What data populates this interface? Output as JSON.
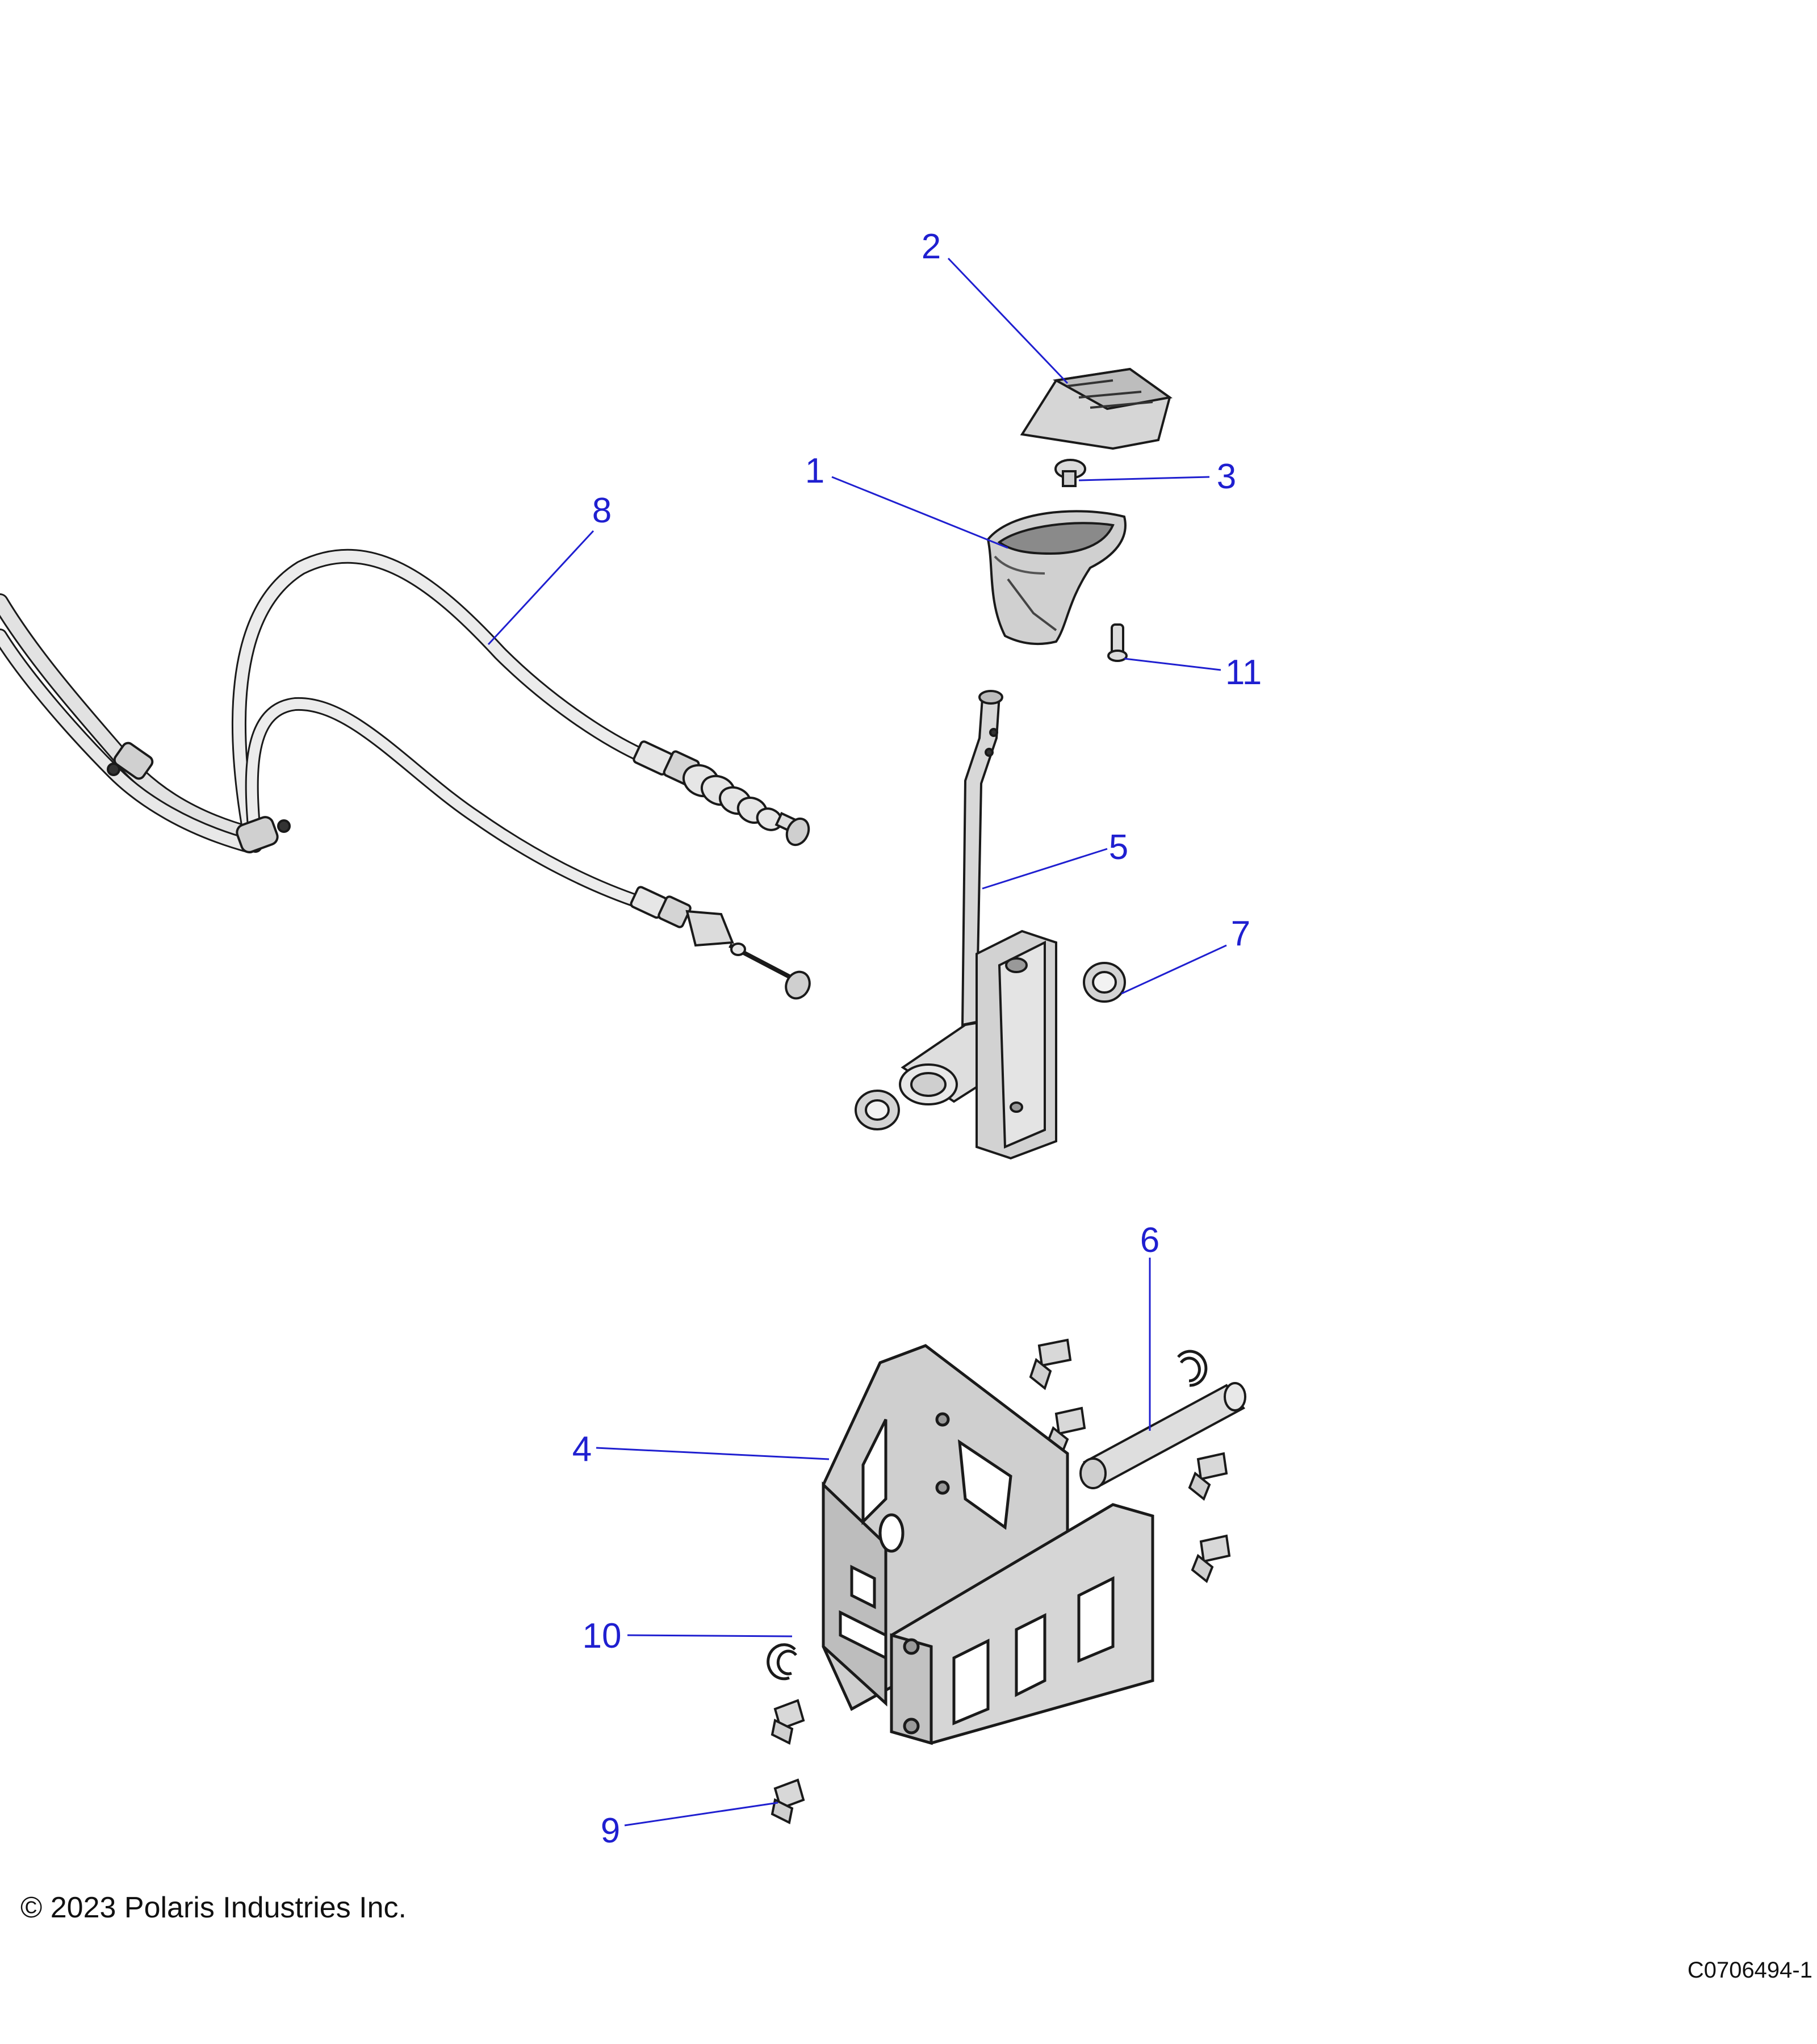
{
  "callouts": [
    {
      "id": "1",
      "label": "1"
    },
    {
      "id": "2",
      "label": "2"
    },
    {
      "id": "3",
      "label": "3"
    },
    {
      "id": "4",
      "label": "4"
    },
    {
      "id": "5",
      "label": "5"
    },
    {
      "id": "6",
      "label": "6"
    },
    {
      "id": "7",
      "label": "7"
    },
    {
      "id": "8",
      "label": "8"
    },
    {
      "id": "9",
      "label": "9"
    },
    {
      "id": "10",
      "label": "10"
    },
    {
      "id": "11",
      "label": "11"
    }
  ],
  "footer": {
    "copyright": "© 2023 Polaris Industries Inc.",
    "figure_code": "C0706494-1"
  },
  "colors": {
    "callout": "#1f1fd0",
    "line": "#1a1a1a",
    "part_fill": "#d8d8d8",
    "part_dark": "#555555"
  }
}
